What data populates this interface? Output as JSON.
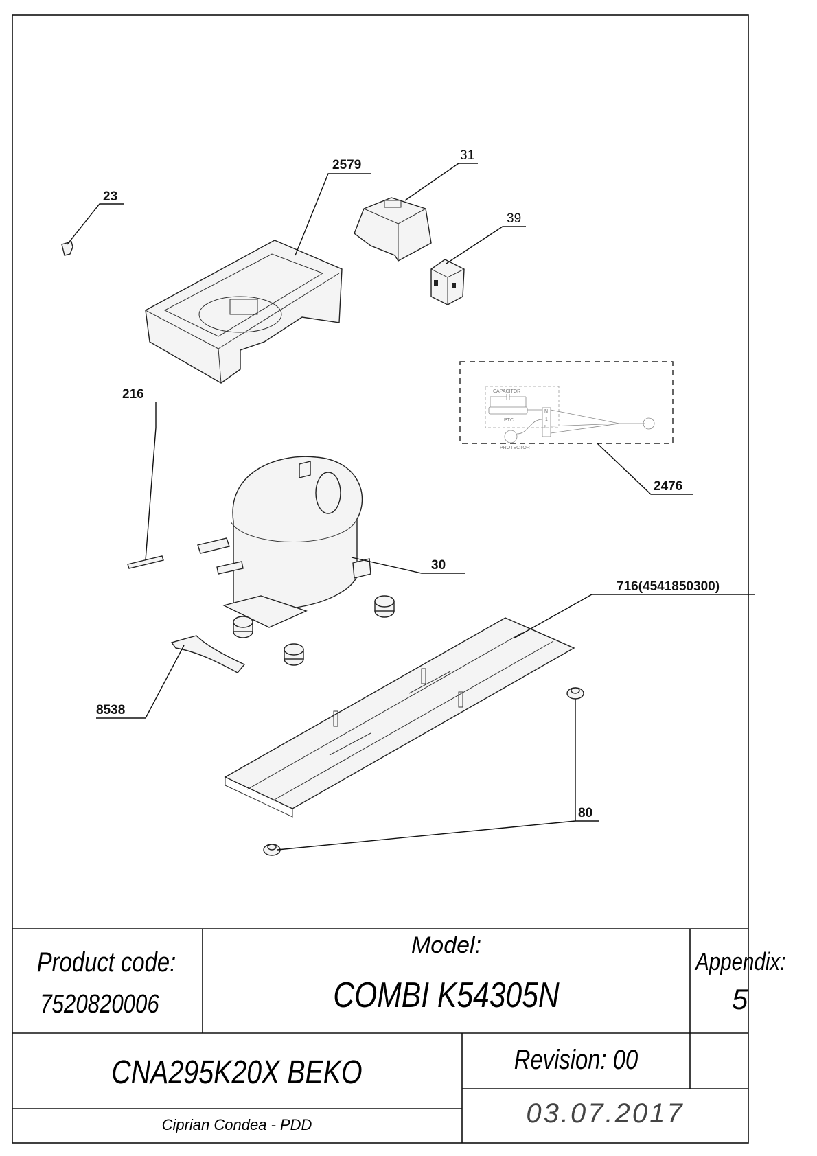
{
  "drawing": {
    "callouts": {
      "p23": "23",
      "p2579": "2579",
      "p31": "31",
      "p39": "39",
      "p216": "216",
      "p2476": "2476",
      "p30": "30",
      "p716": "716(4541850300)",
      "p8538": "8538",
      "p80": "80"
    },
    "wiring": {
      "capacitor": "CAPACITOR",
      "ptc": "PTC",
      "protector": "PROTECTOR",
      "terminal_n": "N",
      "terminal_1": "1",
      "terminal_l": "L"
    }
  },
  "title_block": {
    "product_code_label": "Product code:",
    "product_code": "7520820006",
    "model_label": "Model:",
    "model": "COMBI K54305N",
    "appendix_label": "Appendix:",
    "appendix": "5",
    "compressor": "CNA295K20X BEKO",
    "revision": "Revision: 00",
    "author": "Ciprian Condea - PDD",
    "date": "03.07.2017"
  }
}
